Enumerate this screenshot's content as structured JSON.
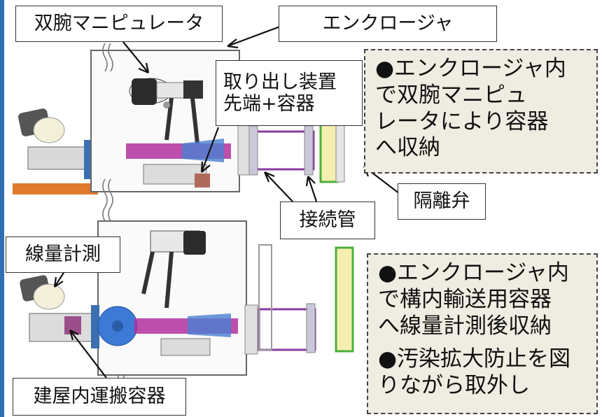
{
  "labels": {
    "dual_arm": "双腕マニピュレータ",
    "enclosure": "エンクロージャ",
    "tool_line1": "取り出し装置",
    "tool_line2": "先端+容器",
    "isolation_valve": "隔離弁",
    "connecting_pipe": "接続管",
    "dose_measurement": "線量計測",
    "transport_container": "建屋内運搬容器"
  },
  "notes": {
    "top": [
      "●エンクロージャ内",
      "で双腕マニピュ",
      "レータにより容器",
      "へ収納"
    ],
    "bottom_1": [
      "●エンクロージャ内",
      "で構内輸送用容器",
      "へ線量計測後収納"
    ],
    "bottom_2": [
      "●汚染拡大防止を図",
      "りながら取外し"
    ]
  },
  "colors": {
    "accent_blue": "#2e6fb4",
    "note_bg": "#efece1",
    "magenta": "#b0309c",
    "orange": "#e07a2c",
    "green": "#4caf3c"
  }
}
